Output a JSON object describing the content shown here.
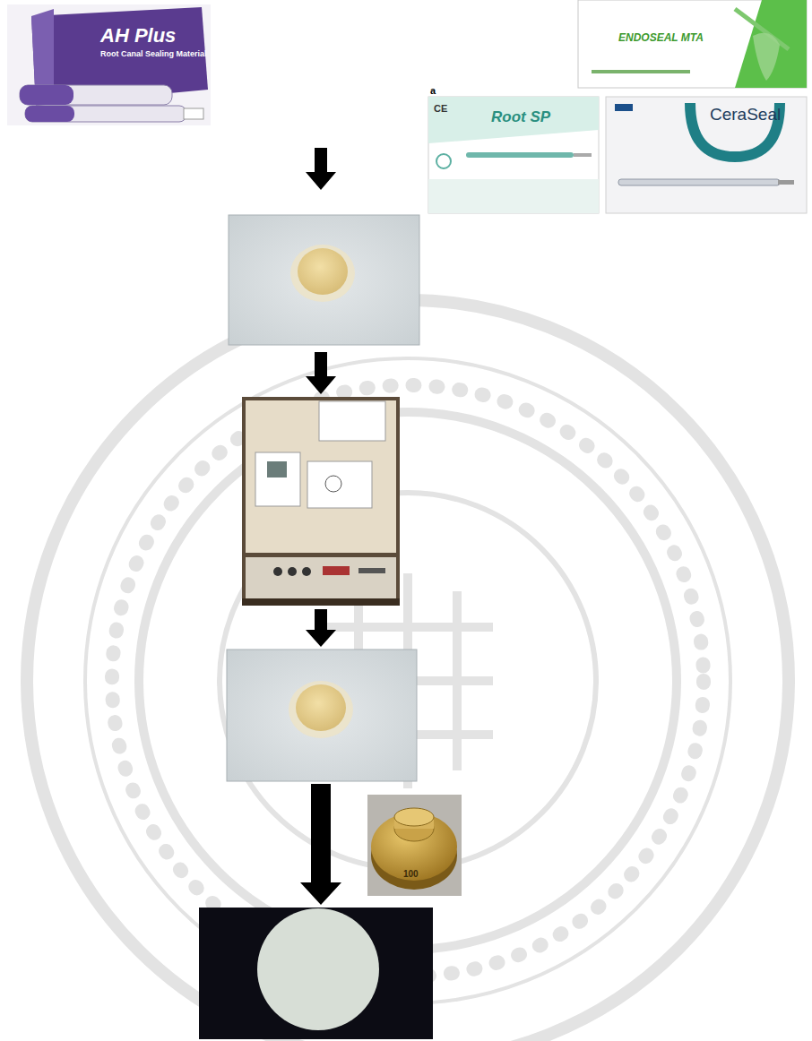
{
  "diagram": {
    "labels": [
      "AH Plus",
      "Root Canal Sealing Material",
      "ENDOSEAL MTA",
      "a",
      "CE",
      "Root SP",
      "CeraSeal",
      "100"
    ]
  }
}
